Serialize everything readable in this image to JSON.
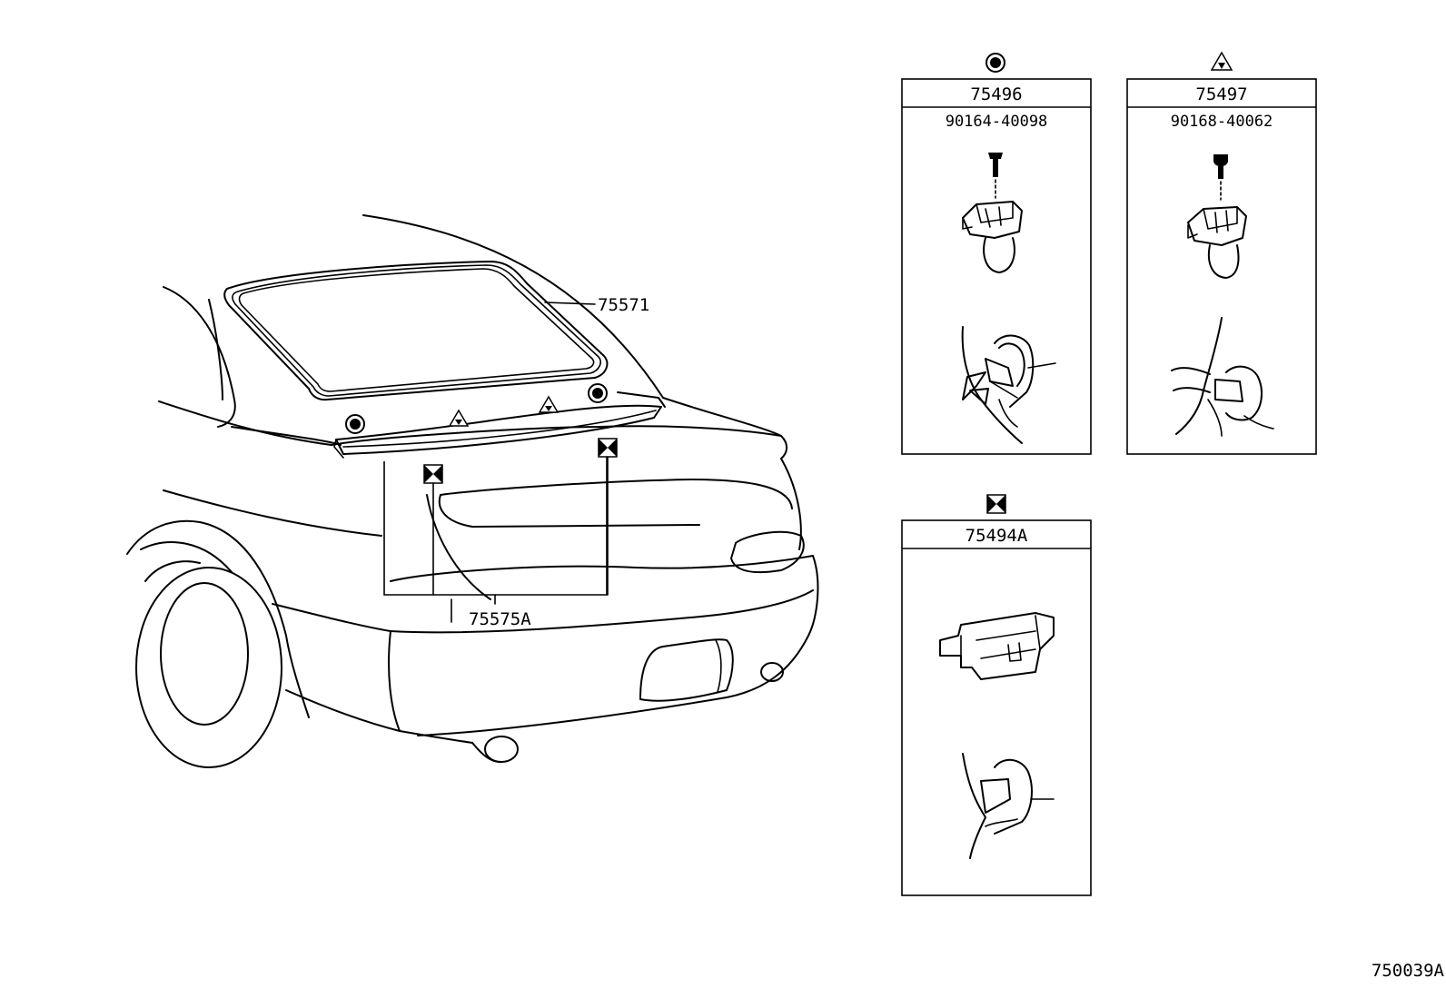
{
  "diagram": {
    "main_parts": {
      "windshield_molding": "75571",
      "spoiler": "75575A"
    },
    "panels": [
      {
        "symbol": "circle-dot-icon",
        "part_no": "75496",
        "sub_part_no": "90164-40098"
      },
      {
        "symbol": "triangle-dot-icon",
        "part_no": "75497",
        "sub_part_no": "90168-40062"
      },
      {
        "symbol": "hourglass-square-icon",
        "part_no": "75494A",
        "sub_part_no": ""
      }
    ],
    "figure_code": "750039A"
  }
}
